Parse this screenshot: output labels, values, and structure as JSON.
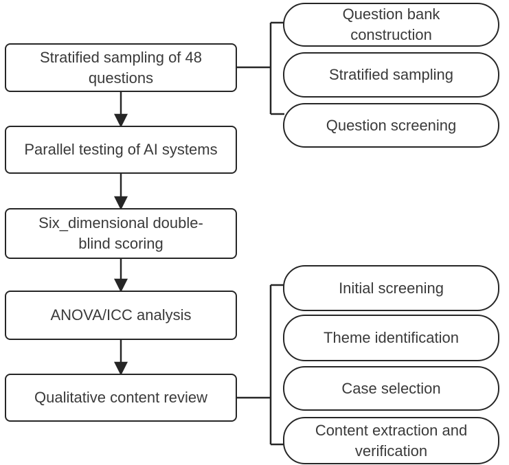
{
  "flow_steps": [
    {
      "label": "Stratified sampling of 48\nquestions"
    },
    {
      "label": "Parallel testing of AI systems"
    },
    {
      "label": "Six_dimensional double-\nblind scoring"
    },
    {
      "label": "ANOVA/ICC analysis"
    },
    {
      "label": "Qualitative content review"
    }
  ],
  "top_branch_items": [
    {
      "label": "Question bank\nconstruction"
    },
    {
      "label": "Stratified sampling"
    },
    {
      "label": "Question screening"
    }
  ],
  "bottom_branch_items": [
    {
      "label": "Initial screening"
    },
    {
      "label": "Theme identification"
    },
    {
      "label": "Case selection"
    },
    {
      "label": "Content extraction and\nverification"
    }
  ],
  "colors": {
    "line": "#262626",
    "text": "#3a3a3a",
    "node_background": "#ffffff",
    "page_background": "#ffffff"
  }
}
